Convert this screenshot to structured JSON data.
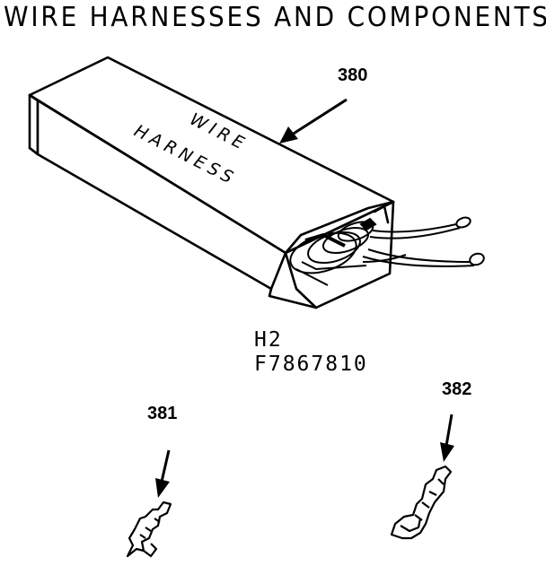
{
  "title": "WIRE HARNESSES AND COMPONENTS",
  "box_label": [
    "WIRE",
    "HARNESS"
  ],
  "refs": {
    "harness": "380",
    "terminal_left": "381",
    "terminal_right": "382"
  },
  "part": {
    "code": "H2",
    "number": "F7867810"
  }
}
